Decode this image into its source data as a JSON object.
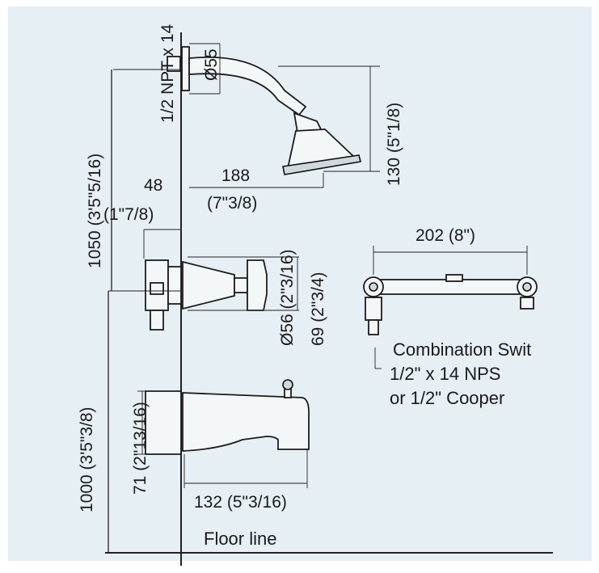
{
  "colors": {
    "background": "#e6eff4",
    "line": "#222222"
  },
  "labels": {
    "thread": "1/2 NPT x 14",
    "dia55": "Ø55",
    "arm188": "188",
    "arm188_in": "(7\"3/8)",
    "d48": "48",
    "d48_in": "(1\"7/8)",
    "h130": "130 (5\"1/8)",
    "h1050": "1050 (3'5\"5/16)",
    "dia56": "Ø56 (2\"3/16)",
    "h69": "69 (2\"3/4)",
    "w202": "202 (8\")",
    "combo1": "Combination Swit",
    "combo2": "1/2\" x 14 NPS",
    "combo3": "or 1/2\" Cooper",
    "h71": "71 (2\"13/16)",
    "h1000": "1000 (3'5\"3/8)",
    "w132": "132 (5\"3/16)",
    "floor": "Floor line"
  }
}
